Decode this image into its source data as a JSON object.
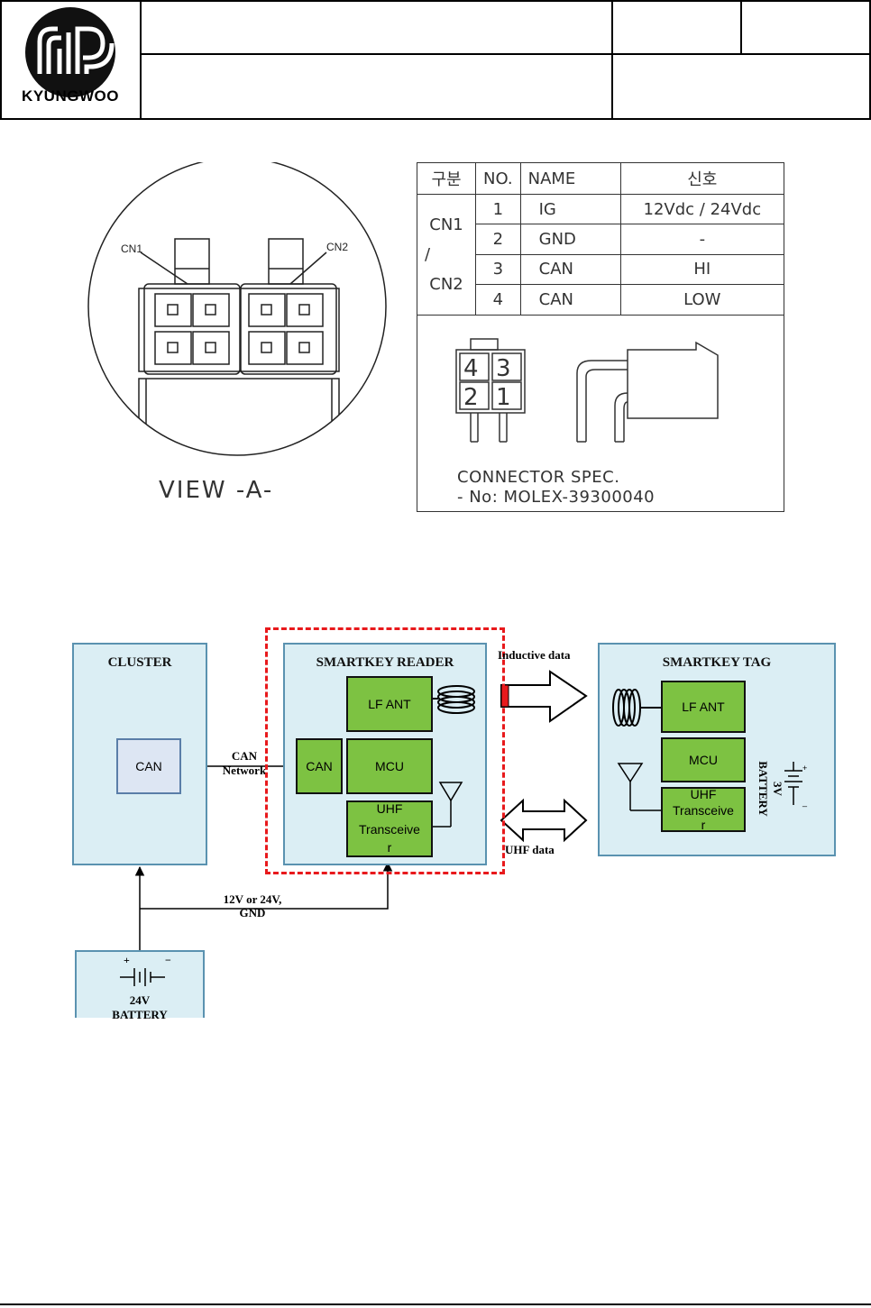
{
  "header": {
    "company": "KYUNGWOO"
  },
  "connector_view": {
    "cn1": "CN1",
    "cn2": "CN2",
    "caption": "VIEW -A-"
  },
  "pin_table": {
    "headers": [
      "구분",
      "NO.",
      "NAME",
      "신호"
    ],
    "group_label_lines": [
      "CN1",
      "/",
      "CN2"
    ],
    "rows": [
      {
        "no": "1",
        "name": "IG",
        "signal": "12Vdc / 24Vdc"
      },
      {
        "no": "2",
        "name": "GND",
        "signal": "-"
      },
      {
        "no": "3",
        "name": "CAN",
        "signal": "HI"
      },
      {
        "no": "4",
        "name": "CAN",
        "signal": "LOW"
      }
    ],
    "pin_numbers": [
      "4",
      "3",
      "2",
      "1"
    ],
    "spec_title": "CONNECTOR SPEC.",
    "spec_part": "- No: MOLEX-39300040"
  },
  "block_diagram": {
    "cluster": {
      "title": "CLUSTER",
      "can": "CAN"
    },
    "can_network_lines": [
      "CAN",
      "Network"
    ],
    "reader": {
      "title": "SMARTKEY READER",
      "lf_ant": "LF ANT",
      "can": "CAN",
      "mcu": "MCU",
      "uhf_lines": [
        "UHF",
        "Transceive",
        "r"
      ]
    },
    "inductive_label": "Inductive data",
    "uhf_data_label": "UHF data",
    "tag": {
      "title": "SMARTKEY TAG",
      "lf_ant": "LF ANT",
      "mcu": "MCU",
      "uhf_lines": [
        "UHF",
        "Transceive",
        "r"
      ],
      "battery_lines": [
        "3V",
        "BATTERY"
      ]
    },
    "power_label_lines": [
      "12V or 24V,",
      "GND"
    ],
    "battery": {
      "lines": [
        "24V",
        "BATTERY"
      ],
      "plus": "+",
      "minus": "−"
    }
  },
  "colors": {
    "box_fill": "#dbeef4",
    "chip_green": "#7dc242",
    "dash_red": "#e8191c",
    "can_box_fill": "#dde6f3"
  }
}
